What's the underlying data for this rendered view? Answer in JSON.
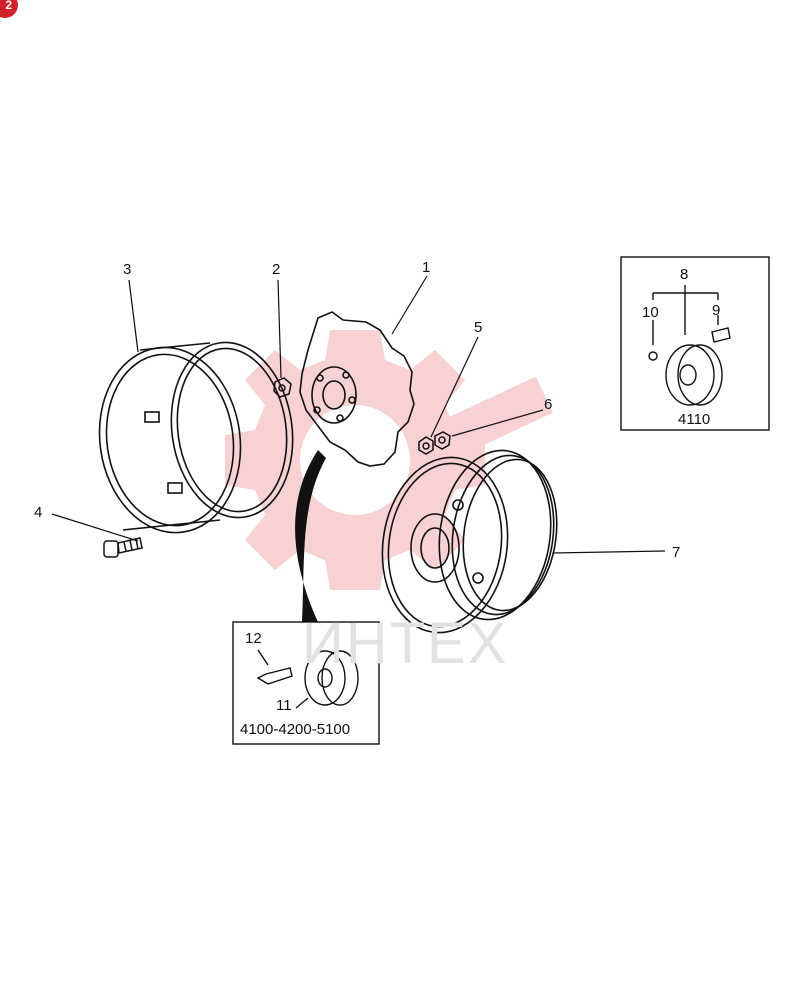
{
  "corner_badge": "2",
  "watermark": "ИНТЕХ",
  "callouts": [
    "1",
    "2",
    "3",
    "4",
    "5",
    "6",
    "7",
    "8",
    "9",
    "10",
    "11",
    "12"
  ],
  "insets": {
    "top_right_caption": "4110",
    "bottom_caption": "4100-4200-5100"
  },
  "colors": {
    "ink": "#111111",
    "watermark_gear": "#f7c9cb",
    "badge": "#d4202a"
  }
}
